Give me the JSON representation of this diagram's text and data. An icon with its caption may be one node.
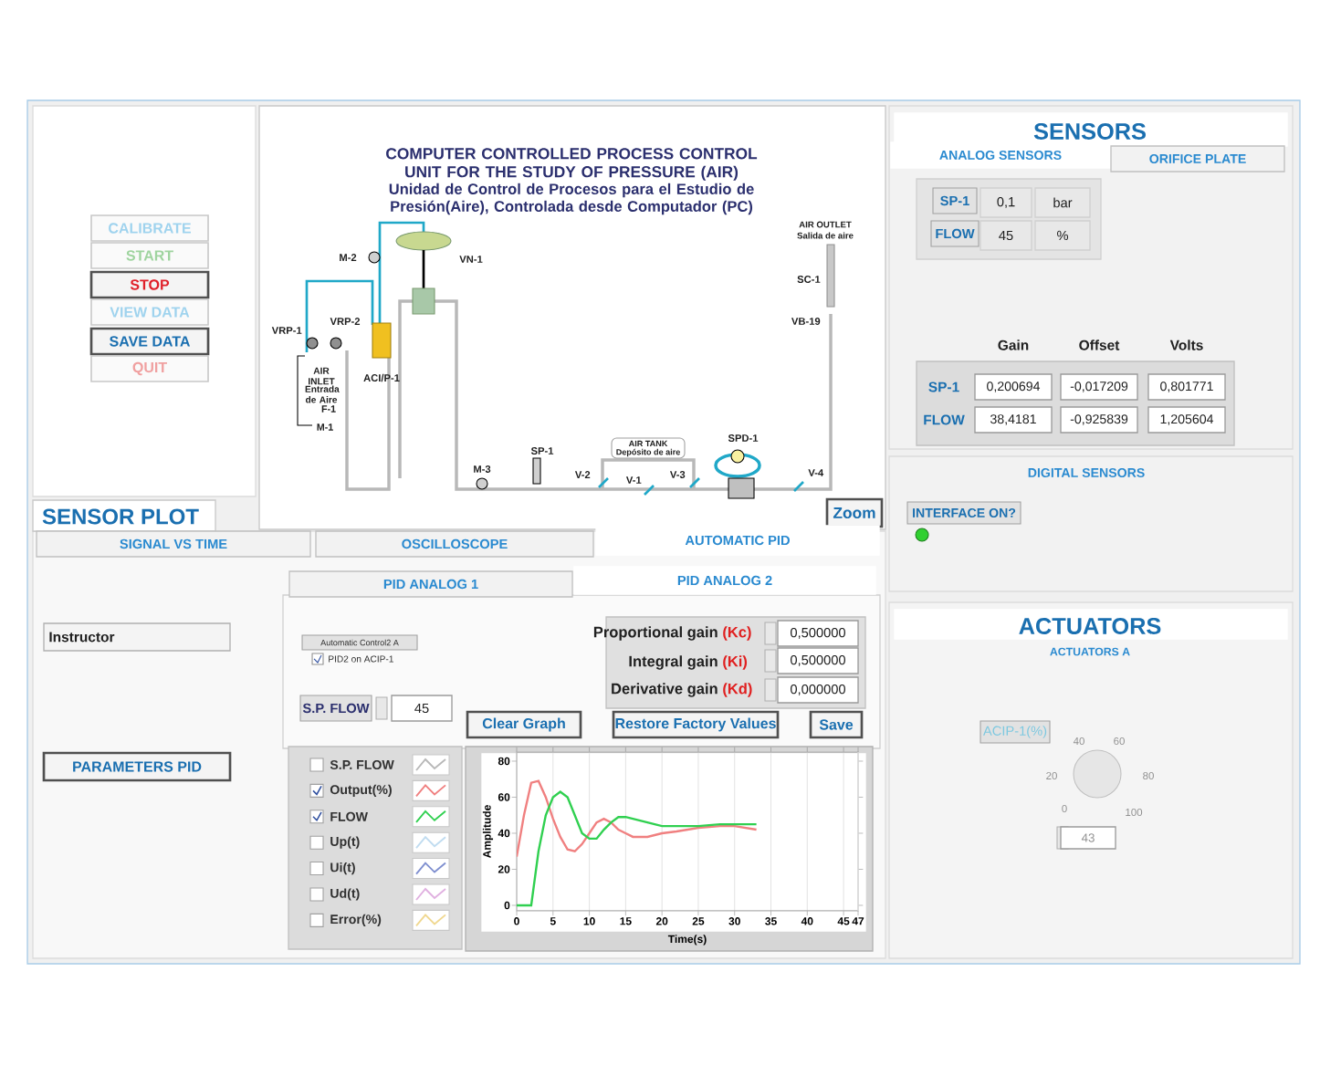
{
  "diagram": {
    "nodes": [
      {
        "text": [
          "CALIBRATE"
        ]
      },
      {
        "text": [
          "START"
        ]
      },
      {
        "text": [
          "STOP"
        ]
      },
      {
        "text": [
          "VIEW DATA"
        ]
      },
      {
        "text": [
          "SAVE DATA"
        ]
      },
      {
        "text": [
          "QUIT"
        ]
      },
      {
        "text": [
          "Zoom"
        ]
      },
      {
        "text": [
          "SIGNAL VS TIME"
        ]
      },
      {
        "text": [
          "OSCILLOSCOPE"
        ]
      },
      {
        "text": [
          "AUTOMATIC PID"
        ]
      },
      {
        "text": [
          "PID ANALOG 1"
        ]
      },
      {
        "text": [
          "PID ANALOG 2"
        ]
      },
      {
        "text": [
          "Instructor"
        ]
      },
      {
        "text": [
          "Automatic Control2 A"
        ]
      },
      {
        "text": [
          "S.P. FLOW"
        ]
      },
      {
        "text": [
          "45"
        ]
      },
      {
        "text": [
          "0,500000"
        ]
      },
      {
        "text": [
          "0,500000"
        ]
      },
      {
        "text": [
          "0,000000"
        ]
      },
      {
        "text": [
          "Clear Graph"
        ]
      },
      {
        "text": [
          "Restore Factory Values"
        ]
      },
      {
        "text": [
          "Save"
        ]
      },
      {
        "text": [
          "PARAMETERS PID"
        ]
      },
      {
        "text": [
          "ANALOG SENSORS"
        ]
      },
      {
        "text": [
          "ORIFICE PLATE"
        ]
      },
      {
        "text": [
          "SP-1"
        ]
      },
      {
        "text": [
          "0,1"
        ]
      },
      {
        "text": [
          "bar"
        ]
      },
      {
        "text": [
          "FLOW"
        ]
      },
      {
        "text": [
          "45"
        ]
      },
      {
        "text": [
          "%"
        ]
      },
      {
        "text": [
          "0,200694"
        ]
      },
      {
        "text": [
          "-0,017209"
        ]
      },
      {
        "text": [
          "0,801771"
        ]
      },
      {
        "text": [
          "38,4181"
        ]
      },
      {
        "text": [
          "-0,925839"
        ]
      },
      {
        "text": [
          "1,205604"
        ]
      },
      {
        "text": [
          "INTERFACE ON?"
        ]
      },
      {
        "text": [
          "ACIP-1(%)"
        ]
      },
      {
        "text": [
          "43"
        ]
      }
    ],
    "labels": [
      "COMPUTER CONTROLLED PROCESS CONTROL UNIT FOR THE STUDY OF PRESSURE (AIR)",
      "Unidad de Control de Procesos para el Estudio de Presión(Aire), Controlada desde Computador (PC)",
      "M-2",
      "VN-1",
      "VRP-1",
      "VRP-2",
      "AIR INLET",
      "Entrada de Aire",
      "F-1",
      "M-1",
      "ACI/P-1",
      "AIR OUTLET",
      "Salida de aire",
      "SC-1",
      "VB-19",
      "M-3",
      "SP-1",
      "AIR TANK",
      "Depósito de aire",
      "V-2",
      "V-1",
      "V-3",
      "SPD-1",
      "V-4",
      "SENSORS",
      "Gain",
      "Offset",
      "Volts",
      "SP-1",
      "FLOW",
      "DIGITAL SENSORS",
      "SENSOR PLOT",
      "ACTUATORS",
      "ACTUATORS A",
      "PID2 on ACIP-1",
      "Proportional gain",
      "(Kc)",
      "Integral gain",
      "(Ki)",
      "Derivative gain",
      "(Kd)",
      "40",
      "60",
      "20",
      "80",
      "0",
      "100"
    ],
    "legend": [
      {
        "text": "S.P. FLOW"
      },
      {
        "text": "Output(%)"
      },
      {
        "text": "FLOW"
      },
      {
        "text": "Up(t)"
      },
      {
        "text": "Ui(t)"
      },
      {
        "text": "Ud(t)"
      },
      {
        "text": "Error(%)"
      }
    ],
    "chart_data": {
      "type": "line",
      "xlabel": "Time(s)",
      "ylabel": "Amplitude",
      "x": [
        0,
        1,
        2,
        3,
        4,
        5,
        6,
        7,
        8,
        9,
        10,
        11,
        12,
        13,
        14,
        15,
        16,
        18,
        20,
        22,
        25,
        28,
        30,
        33
      ],
      "series": [
        {
          "color": "#f08080",
          "values": [
            27,
            50,
            68,
            69,
            60,
            48,
            38,
            31,
            30,
            34,
            40,
            46,
            48,
            46,
            42,
            40,
            38,
            38,
            40,
            41,
            43,
            44,
            44,
            42
          ]
        },
        {
          "color": "#30d050",
          "values": [
            0,
            0,
            0,
            30,
            50,
            60,
            63,
            60,
            50,
            40,
            37,
            37,
            42,
            46,
            49,
            49,
            48,
            46,
            44,
            44,
            44,
            45,
            45,
            45
          ]
        }
      ],
      "xlim": [
        0,
        47
      ],
      "ylim": [
        -3,
        85
      ],
      "xticks": [
        0,
        5,
        10,
        15,
        20,
        25,
        30,
        35,
        40,
        45,
        47
      ],
      "yticks": [
        0,
        20,
        40,
        60,
        80
      ],
      "grid": true
    }
  }
}
